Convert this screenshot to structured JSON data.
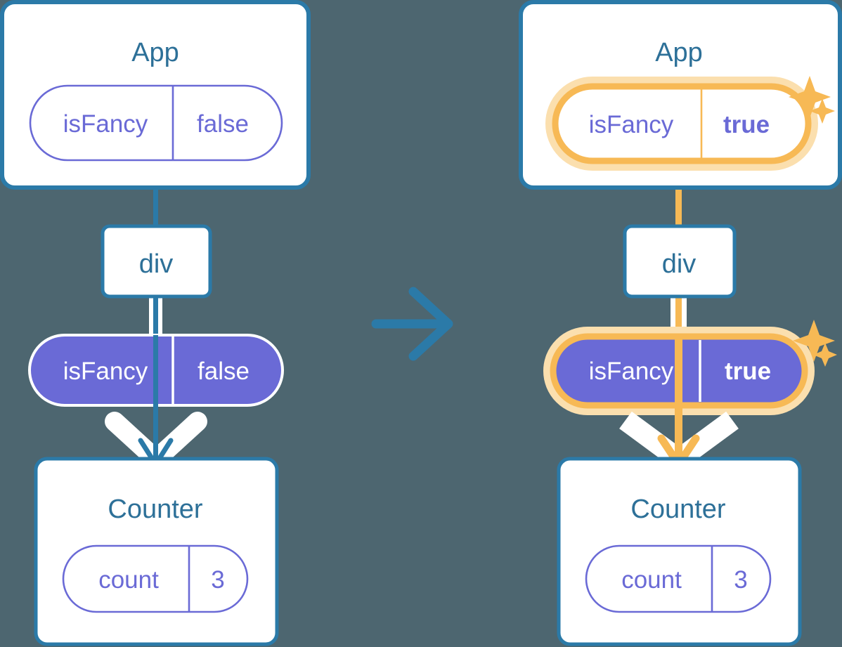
{
  "meta": {
    "title": "React state lifting diagram: isFancy false to true",
    "background_color": "#4d6670"
  },
  "colors": {
    "background": "#4d6670",
    "box_border": "#2b7aa8",
    "box_fill": "#ffffff",
    "title_text": "#2d7098",
    "purple": "#6a6ad6",
    "purple_light": "#8d8de6",
    "white": "#ffffff",
    "highlight_orange": "#f7b955",
    "highlight_orange_glow": "#fbdfae",
    "line_blue": "#2b7aa8",
    "line_blue_faded": "#cfe0ee",
    "line_orange_faded": "#fbe4bd"
  },
  "panels": [
    {
      "id": "before",
      "app": {
        "title": "App",
        "state_pill": {
          "key": "isFancy",
          "value": "false",
          "style": "outline",
          "highlighted": false,
          "bold_value": false
        }
      },
      "div_node": {
        "label": "div"
      },
      "prop_pill": {
        "key": "isFancy",
        "value": "false",
        "style": "solid",
        "highlighted": false,
        "bold_value": false
      },
      "counter": {
        "title": "Counter",
        "state_pill": {
          "key": "count",
          "value": "3",
          "style": "outline",
          "highlighted": false,
          "bold_value": false
        }
      },
      "connector_color": "#2b7aa8",
      "sparkles": false
    },
    {
      "id": "after",
      "app": {
        "title": "App",
        "state_pill": {
          "key": "isFancy",
          "value": "true",
          "style": "outline",
          "highlighted": true,
          "bold_value": true
        }
      },
      "div_node": {
        "label": "div"
      },
      "prop_pill": {
        "key": "isFancy",
        "value": "true",
        "style": "solid",
        "highlighted": true,
        "bold_value": true
      },
      "counter": {
        "title": "Counter",
        "state_pill": {
          "key": "count",
          "value": "3",
          "style": "outline",
          "highlighted": false,
          "bold_value": false
        }
      },
      "connector_color": "#f7b955",
      "sparkles": true
    }
  ],
  "transition": {
    "icon": "arrow-right-icon",
    "color": "#2b7aa8",
    "label": ""
  },
  "sparkle_icon_name": "sparkle-icon"
}
